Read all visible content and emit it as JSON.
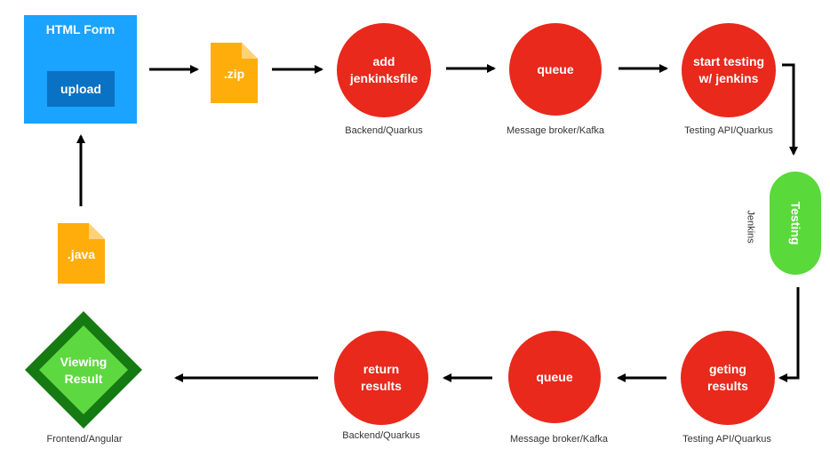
{
  "html_form": {
    "title": "HTML Form",
    "upload_label": "upload"
  },
  "files": {
    "zip": ".zip",
    "java": ".java"
  },
  "top_row": [
    {
      "label": "add\njenkinksfile",
      "caption": "Backend/Quarkus"
    },
    {
      "label": "queue",
      "caption": "Message broker/Kafka"
    },
    {
      "label": "start testing\nw/ jenkins",
      "caption": "Testing API/Quarkus"
    }
  ],
  "testing": {
    "label": "Testing",
    "caption": "Jenkins"
  },
  "bottom_row": [
    {
      "label": "geting\nresults",
      "caption": "Testing API/Quarkus"
    },
    {
      "label": "queue",
      "caption": "Message broker/Kafka"
    },
    {
      "label": "return\nresults",
      "caption": "Backend/Quarkus"
    }
  ],
  "viewing": {
    "label": "Viewing\nResult",
    "caption": "Frontend/Angular"
  },
  "colors": {
    "form_blue": "#1aa3ff",
    "upload_blue": "#0a72c4",
    "file_orange": "#ffad0a",
    "node_red": "#e8291c",
    "testing_green": "#59d93a",
    "diamond_dark": "#157a12",
    "diamond_light": "#5ed840"
  }
}
